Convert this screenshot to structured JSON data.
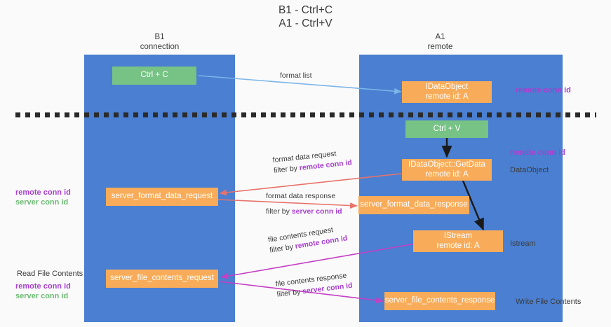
{
  "title": {
    "line1": "B1 - Ctrl+C",
    "line2": "A1 - Ctrl+V"
  },
  "lanes": [
    {
      "id": "b1",
      "name": "B1",
      "sub": "connection"
    },
    {
      "id": "a1",
      "name": "A1",
      "sub": "remote"
    }
  ],
  "boxes": {
    "ctrl_c": {
      "line1": "Ctrl + C",
      "line2": ""
    },
    "idataobject": {
      "line1": "IDataObject",
      "line2": "remote id: A"
    },
    "ctrl_v": {
      "line1": "Ctrl + V",
      "line2": ""
    },
    "getdata": {
      "line1": "IDataObject::GetData",
      "line2": "remote id: A"
    },
    "istream": {
      "line1": "IStream",
      "line2": "remote id: A"
    },
    "server_format_data_request": {
      "line1": "server_format_data_request",
      "line2": ""
    },
    "server_format_data_response": {
      "line1": "server_format_data_response",
      "line2": ""
    },
    "server_file_contents_request": {
      "line1": "server_file_contents_request",
      "line2": ""
    },
    "server_file_contents_response": {
      "line1": "server_file_contents_response",
      "line2": ""
    }
  },
  "right_labels": {
    "remote_conn_id_top": "remote conn id",
    "remote_conn_id_mid": "remote conn id",
    "dataobject": "DataObject",
    "istream": "Istream",
    "write_file_contents": "Write File Contents"
  },
  "left_labels": {
    "remote_conn_id": "remote conn id",
    "server_conn_id": "server conn id",
    "read_file_contents": "Read File Contents",
    "remote_conn_id_2": "remote conn id",
    "server_conn_id_2": "server conn id"
  },
  "arrow_labels": {
    "format_list": "format list",
    "format_data_request": "format data request",
    "format_data_request_filter_prefix": "filter by ",
    "format_data_request_filter_key": "remote conn id",
    "format_data_response": "format data response",
    "format_data_response_filter_prefix": "filter by ",
    "format_data_response_filter_key": "server conn id",
    "file_contents_request": "file contents request",
    "file_contents_request_filter_prefix": "filter by ",
    "file_contents_request_filter_key": "remote conn id",
    "file_contents_response": "file contents response",
    "file_contents_response_filter_prefix": "filter by ",
    "file_contents_response_filter_key": "server conn id"
  },
  "colors": {
    "lane": "#4a7fd1",
    "green_box": "#77c285",
    "orange_box": "#f8ac59",
    "purple": "#a83fd0",
    "green_text": "#6dbb74",
    "arrow_blue": "#7bb6e8",
    "arrow_red": "#e8736a",
    "arrow_magenta": "#c43fc4",
    "arrow_black": "#1a1a1a",
    "divider": "#2b2b2b"
  }
}
